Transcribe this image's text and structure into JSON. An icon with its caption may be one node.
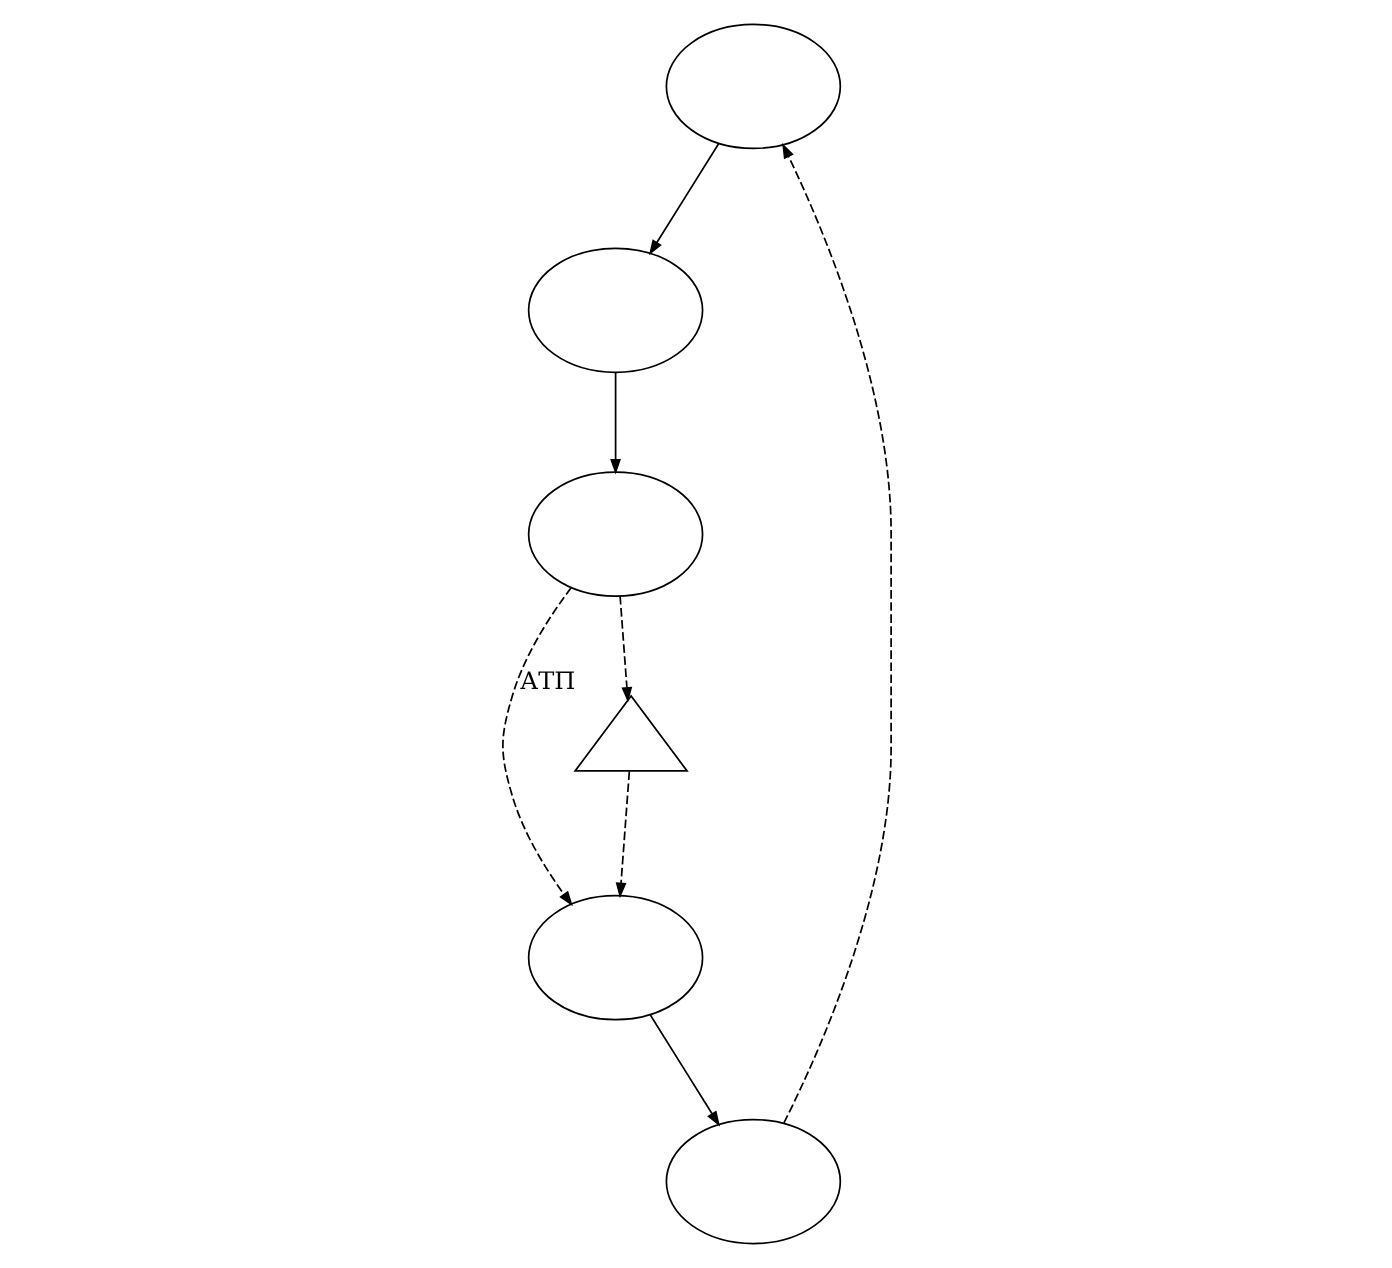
{
  "diagram": {
    "nodes": [
      {
        "text": [],
        "shape": "ellipse"
      },
      {
        "text": [],
        "shape": "ellipse"
      },
      {
        "text": [],
        "shape": "ellipse"
      },
      {
        "text": [],
        "shape": "ellipse"
      },
      {
        "text": [],
        "shape": "ellipse"
      },
      {
        "text": [],
        "shape": "triangle",
        "beside": [
          "АТП"
        ]
      }
    ],
    "edges": [
      {
        "from": 0,
        "to": 1,
        "arrow": "to"
      },
      {
        "from": 1,
        "to": 2,
        "arrow": "to"
      },
      {
        "from": 2,
        "to": 3,
        "arrow": "to",
        "style": "dashed"
      },
      {
        "from": 3,
        "to": 4,
        "arrow": "to"
      },
      {
        "from": 4,
        "to": 0,
        "arrow": "to",
        "style": "dashed"
      },
      {
        "from": 2,
        "to": 5,
        "arrow": "to",
        "style": "dashed"
      },
      {
        "from": 5,
        "to": 3,
        "arrow": "to",
        "style": "dashed"
      }
    ]
  }
}
